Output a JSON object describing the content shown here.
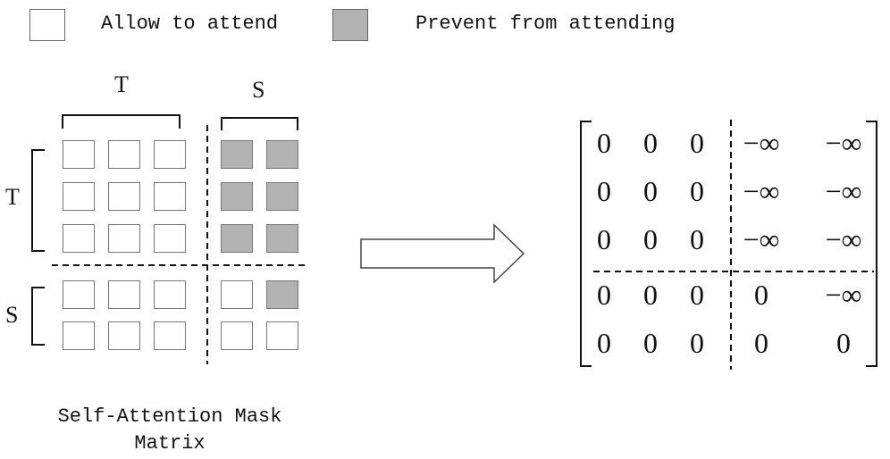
{
  "legend": {
    "allow": {
      "label": "Allow to attend",
      "color": "#ffffff"
    },
    "prevent": {
      "label": "Prevent from attending",
      "color": "#b3b3b3"
    }
  },
  "mask": {
    "col_groups": {
      "target": "T",
      "source": "S"
    },
    "row_groups": {
      "target": "T",
      "source": "S"
    },
    "cells": [
      [
        0,
        0,
        0,
        1,
        1
      ],
      [
        0,
        0,
        0,
        1,
        1
      ],
      [
        0,
        0,
        0,
        1,
        1
      ],
      [
        0,
        0,
        0,
        0,
        1
      ],
      [
        0,
        0,
        0,
        0,
        0
      ]
    ],
    "caption_line1": "Self-Attention Mask",
    "caption_line2": "Matrix"
  },
  "matrix": {
    "entries": [
      [
        "0",
        "0",
        "0",
        "−∞",
        "−∞"
      ],
      [
        "0",
        "0",
        "0",
        "−∞",
        "−∞"
      ],
      [
        "0",
        "0",
        "0",
        "−∞",
        "−∞"
      ],
      [
        "0",
        "0",
        "0",
        "0",
        "−∞"
      ],
      [
        "0",
        "0",
        "0",
        "0",
        "0"
      ]
    ]
  },
  "colors": {
    "line": "#111111",
    "cell_border": "#777777",
    "prevent_fill": "#b3b3b3"
  }
}
